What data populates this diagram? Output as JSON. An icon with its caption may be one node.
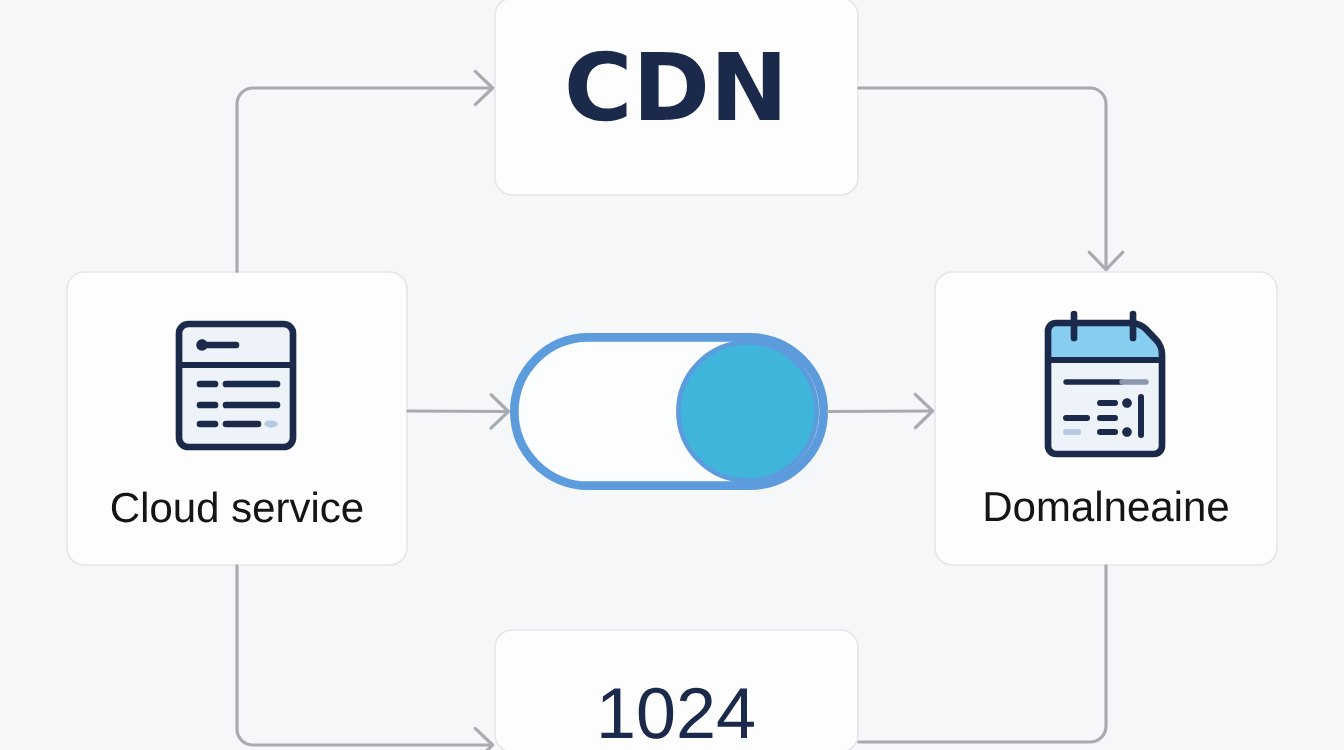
{
  "diagram": {
    "nodes": [
      {
        "text": [
          "CDN"
        ]
      },
      {
        "text": [
          "Cloud service"
        ]
      },
      {
        "text": [],
        "shape": "toggle"
      },
      {
        "text": [
          "Domalneaine"
        ]
      },
      {
        "text": [
          "1024"
        ]
      }
    ],
    "edges": [
      {
        "from": 1,
        "to": 0,
        "arrow": "to"
      },
      {
        "from": 0,
        "to": 3,
        "arrow": "to"
      },
      {
        "from": 1,
        "to": 2,
        "arrow": "to"
      },
      {
        "from": 2,
        "to": 3,
        "arrow": "to"
      },
      {
        "from": 1,
        "to": 4,
        "arrow": "to"
      },
      {
        "from": 4,
        "to": 3,
        "arrow": "none"
      }
    ]
  }
}
